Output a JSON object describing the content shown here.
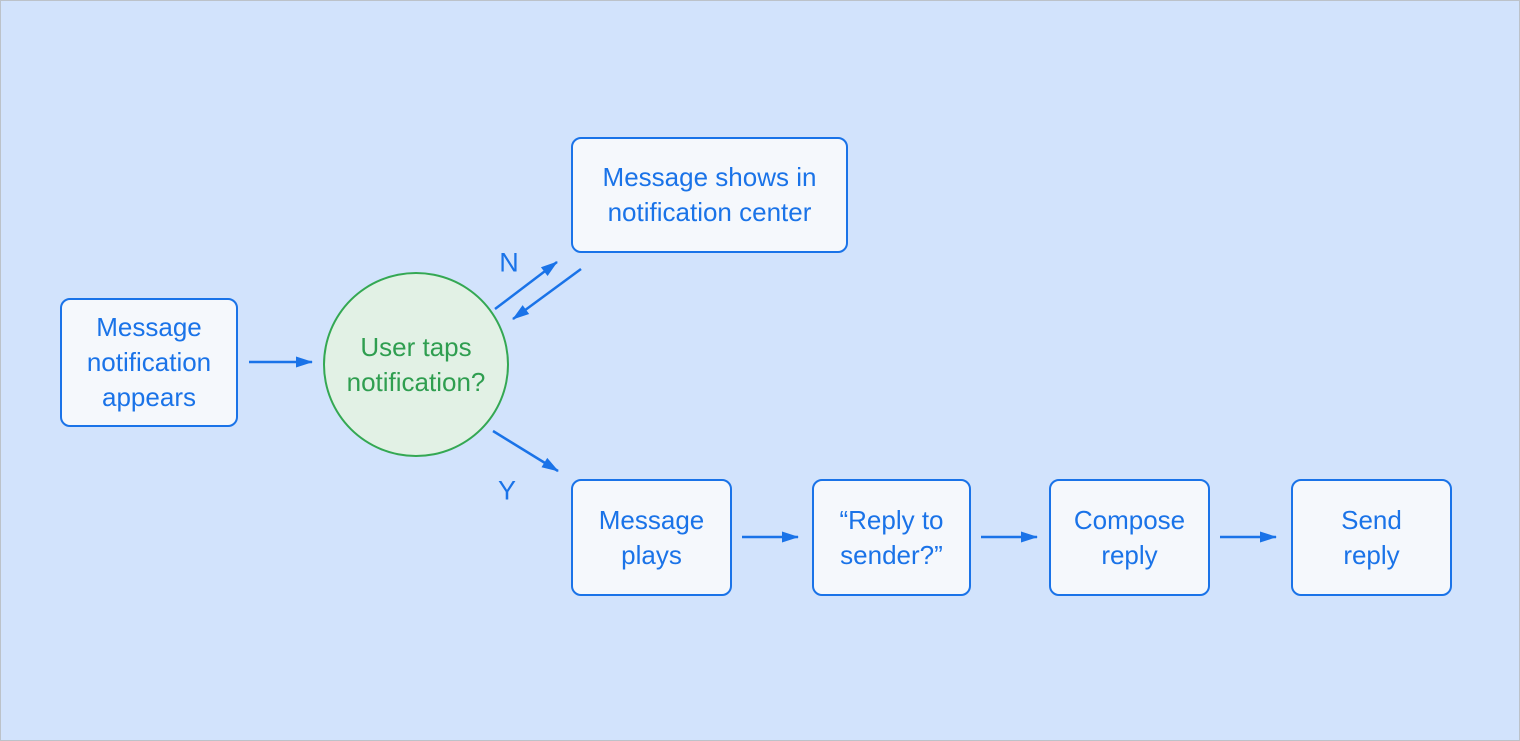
{
  "diagram": {
    "colors": {
      "canvas_bg": "#d2e3fc",
      "frame_border": "#bcc2c9",
      "node_fill": "#f5f8fc",
      "node_border": "#1a73e8",
      "node_text": "#1a73e8",
      "decision_fill": "#e2f1e5",
      "decision_border": "#34a853",
      "decision_text": "#2f9e50",
      "arrow": "#1a73e8"
    },
    "nodes": {
      "message_notification_appears": "Message\nnotification\nappears",
      "message_shows_in_notification_center": "Message shows in\nnotification center",
      "message_plays": "Message\nplays",
      "reply_to_sender": "“Reply to\nsender?”",
      "compose_reply": "Compose\nreply",
      "send_reply": "Send\nreply"
    },
    "decision": "User taps\nnotification?",
    "branches": {
      "no": "N",
      "yes": "Y"
    }
  }
}
